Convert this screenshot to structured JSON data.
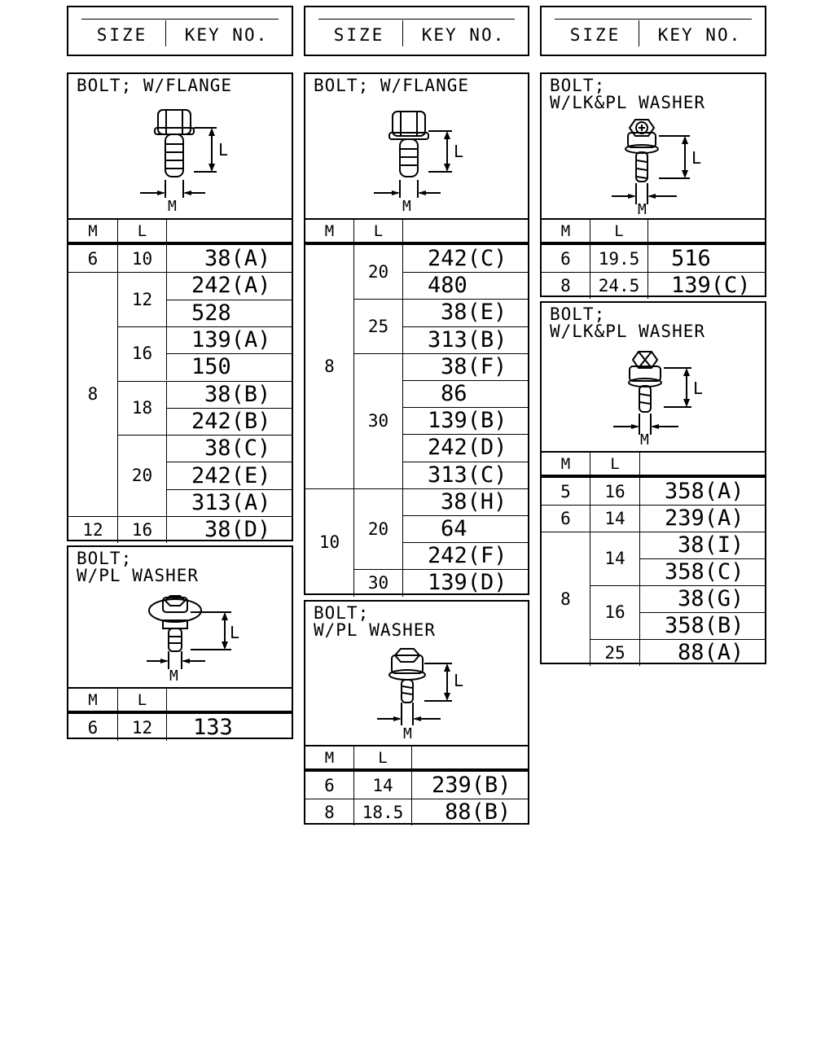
{
  "header": {
    "size_label": "SIZE",
    "key_label": "KEY NO."
  },
  "columns": {
    "m": "M",
    "l": "L"
  },
  "panels": {
    "p1": {
      "title": "BOLT; W/FLANGE",
      "rows": [
        {
          "m": "6",
          "l": "10",
          "k": "38(A)"
        },
        {
          "m": "8",
          "l": "12",
          "k": "242(A)"
        },
        {
          "m": "8",
          "l": "12",
          "k": "528"
        },
        {
          "m": "8",
          "l": "16",
          "k": "139(A)"
        },
        {
          "m": "8",
          "l": "16",
          "k": "150"
        },
        {
          "m": "8",
          "l": "18",
          "k": "38(B)"
        },
        {
          "m": "8",
          "l": "18",
          "k": "242(B)"
        },
        {
          "m": "8",
          "l": "20",
          "k": "38(C)"
        },
        {
          "m": "8",
          "l": "20",
          "k": "242(E)"
        },
        {
          "m": "8",
          "l": "20",
          "k": "313(A)"
        },
        {
          "m": "12",
          "l": "16",
          "k": "38(D)"
        }
      ]
    },
    "p2": {
      "title": "BOLT;\nW/PL WASHER",
      "rows": [
        {
          "m": "6",
          "l": "12",
          "k": "133"
        }
      ]
    },
    "p3": {
      "title": "BOLT; W/FLANGE",
      "rows": [
        {
          "m": "8",
          "l": "20",
          "k": "242(C)"
        },
        {
          "m": "8",
          "l": "20",
          "k": "480"
        },
        {
          "m": "8",
          "l": "25",
          "k": "38(E)"
        },
        {
          "m": "8",
          "l": "25",
          "k": "313(B)"
        },
        {
          "m": "8",
          "l": "30",
          "k": "38(F)"
        },
        {
          "m": "8",
          "l": "30",
          "k": "86"
        },
        {
          "m": "8",
          "l": "30",
          "k": "139(B)"
        },
        {
          "m": "8",
          "l": "30",
          "k": "242(D)"
        },
        {
          "m": "8",
          "l": "30",
          "k": "313(C)"
        },
        {
          "m": "10",
          "l": "20",
          "k": "38(H)"
        },
        {
          "m": "10",
          "l": "20",
          "k": "64"
        },
        {
          "m": "10",
          "l": "20",
          "k": "242(F)"
        },
        {
          "m": "10",
          "l": "30",
          "k": "139(D)"
        }
      ]
    },
    "p4": {
      "title": "BOLT;\nW/PL WASHER",
      "rows": [
        {
          "m": "6",
          "l": "14",
          "k": "239(B)"
        },
        {
          "m": "8",
          "l": "18.5",
          "k": "88(B)"
        }
      ]
    },
    "p5": {
      "title": "BOLT;\nW/LK&PL WASHER",
      "rows": [
        {
          "m": "6",
          "l": "19.5",
          "k": "516"
        },
        {
          "m": "8",
          "l": "24.5",
          "k": "139(C)"
        }
      ]
    },
    "p6": {
      "title": "BOLT;\nW/LK&PL WASHER",
      "rows": [
        {
          "m": "5",
          "l": "16",
          "k": "358(A)"
        },
        {
          "m": "6",
          "l": "14",
          "k": "239(A)"
        },
        {
          "m": "8",
          "l": "14",
          "k": "38(I)"
        },
        {
          "m": "8",
          "l": "14",
          "k": "358(C)"
        },
        {
          "m": "8",
          "l": "16",
          "k": "38(G)"
        },
        {
          "m": "8",
          "l": "16",
          "k": "358(B)"
        },
        {
          "m": "8",
          "l": "25",
          "k": "88(A)"
        }
      ]
    }
  }
}
